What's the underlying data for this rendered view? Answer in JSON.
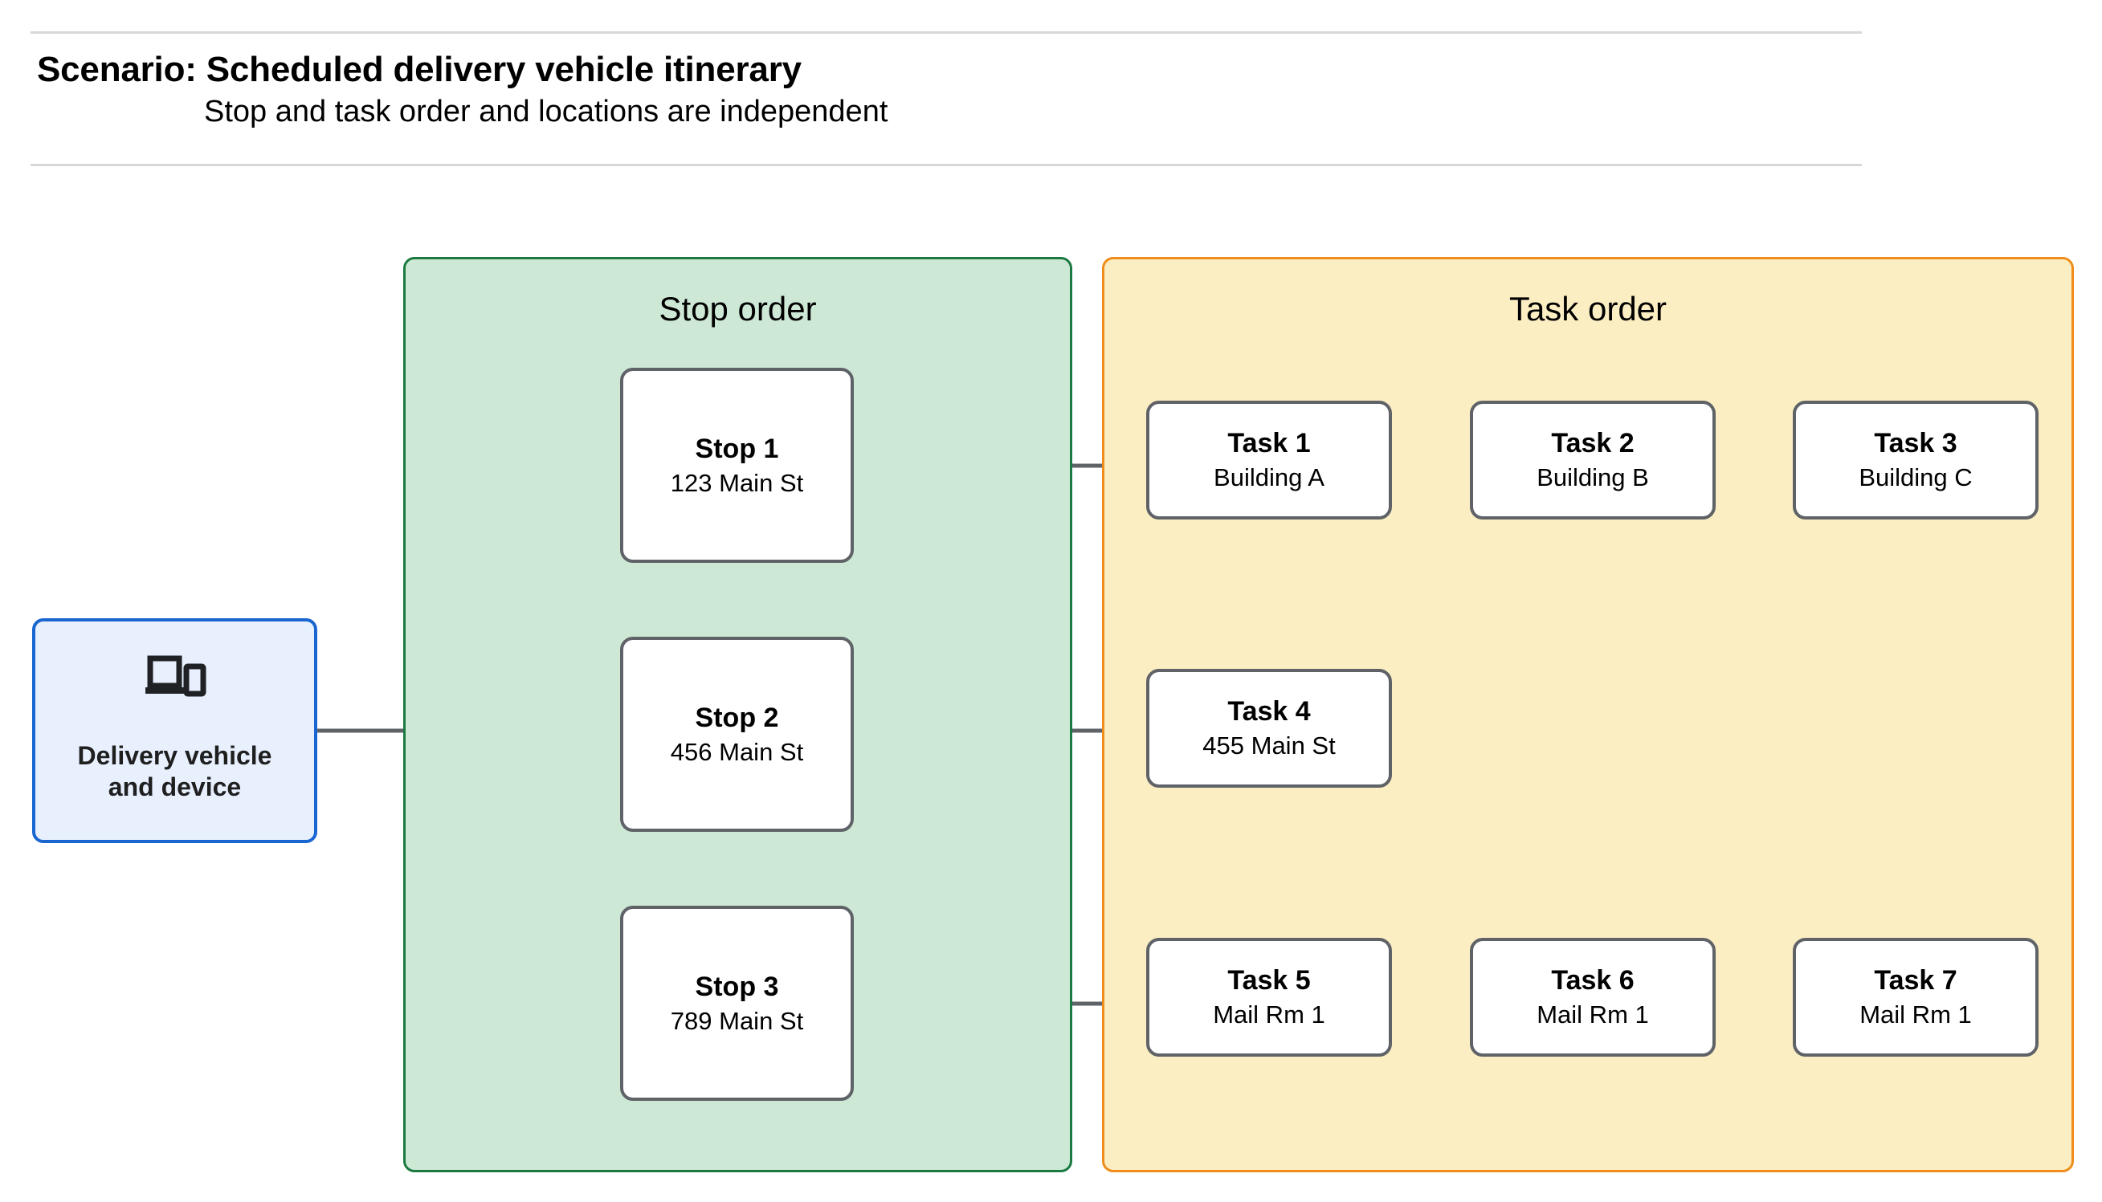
{
  "header": {
    "title": "Scenario: Scheduled delivery vehicle itinerary",
    "subtitle": "Stop and task order and locations are independent"
  },
  "device": {
    "icon": "devices-icon",
    "label": "Delivery vehicle\nand device"
  },
  "groups": {
    "stop": {
      "title": "Stop order",
      "fill": "#cee8d6",
      "border": "#1a7a40"
    },
    "task": {
      "title": "Task order",
      "fill": "#fceec3",
      "border": "#f08c1a"
    }
  },
  "stops": [
    {
      "title": "Stop 1",
      "address": "123 Main St"
    },
    {
      "title": "Stop 2",
      "address": "456 Main St"
    },
    {
      "title": "Stop 3",
      "address": "789 Main St"
    }
  ],
  "task_rows": [
    [
      {
        "title": "Task 1",
        "location": "Building A"
      },
      {
        "title": "Task 2",
        "location": "Building B"
      },
      {
        "title": "Task 3",
        "location": "Building C"
      }
    ],
    [
      {
        "title": "Task 4",
        "location": "455 Main St"
      }
    ],
    [
      {
        "title": "Task 5",
        "location": "Mail Rm 1"
      },
      {
        "title": "Task 6",
        "location": "Mail Rm 1"
      },
      {
        "title": "Task 7",
        "location": "Mail Rm 1"
      }
    ]
  ],
  "colors": {
    "device_border": "#1a66d0",
    "device_fill": "#e8f0fe",
    "card_border": "#5f6368",
    "connector": "#5f6368",
    "rule": "#d8d8d8"
  }
}
